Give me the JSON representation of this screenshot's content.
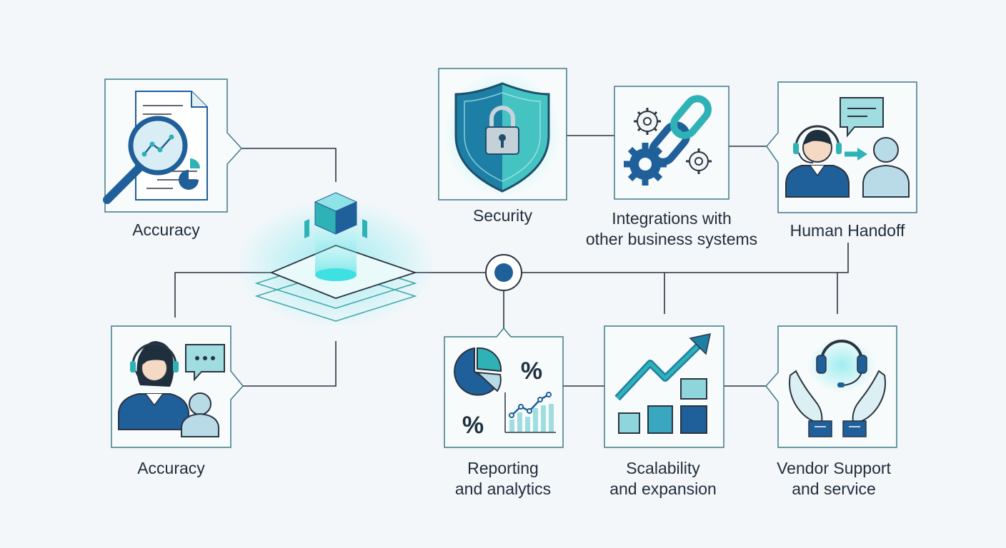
{
  "colors": {
    "background": "#f3f7fa",
    "line": "#2b3440",
    "card_border": "#3f7a88",
    "navy": "#1f5f9a",
    "teal": "#2fb2b6",
    "light_teal": "#8fd6dc",
    "pale_blue": "#b9dbe8",
    "glow": "#59e3e6"
  },
  "hub": {
    "icon": "layered-cube-platform-icon"
  },
  "junction": {
    "icon": "junction-node-icon"
  },
  "features": [
    {
      "id": "accuracy-top",
      "icon": "document-magnifier-icon",
      "lines": [
        "Accuracy"
      ]
    },
    {
      "id": "security",
      "icon": "shield-lock-icon",
      "lines": [
        "Security"
      ]
    },
    {
      "id": "integrations",
      "icon": "chain-gears-icon",
      "lines": [
        "Integrations with",
        "other business systems"
      ]
    },
    {
      "id": "human-handoff",
      "icon": "agent-handoff-icon",
      "lines": [
        "Human Handoff"
      ]
    },
    {
      "id": "accuracy-bottom",
      "icon": "support-agent-chat-icon",
      "lines": [
        "Accuracy"
      ]
    },
    {
      "id": "reporting",
      "icon": "analytics-charts-icon",
      "lines": [
        "Reporting",
        "and analytics"
      ]
    },
    {
      "id": "scalability",
      "icon": "growth-bars-icon",
      "lines": [
        "Scalability",
        "and expansion"
      ]
    },
    {
      "id": "vendor-support",
      "icon": "headset-hands-icon",
      "lines": [
        "Vendor Support",
        "and service"
      ]
    }
  ],
  "icon_text": {
    "percent": "%"
  }
}
